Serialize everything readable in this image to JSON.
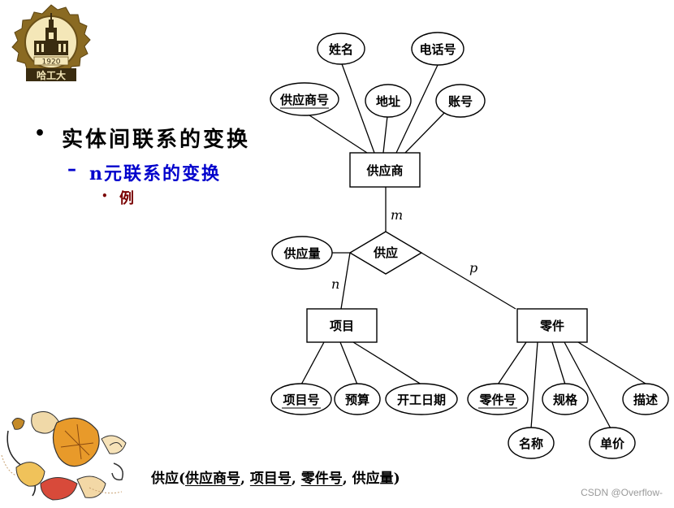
{
  "logo": {
    "year": "1920",
    "name": "哈工大"
  },
  "bullets": {
    "level1": "实体间联系的变换",
    "level2": "n元联系的变换",
    "level3": "例"
  },
  "diagram": {
    "entities": {
      "supplier": "供应商",
      "project": "项目",
      "part": "零件"
    },
    "relationship": "供应",
    "cardinality": {
      "supplier": "m",
      "project": "n",
      "part": "p"
    },
    "attributes": {
      "supplier_name": "姓名",
      "supplier_phone": "电话号",
      "supplier_id": "供应商号",
      "supplier_address": "地址",
      "supplier_account": "账号",
      "supply_quantity": "供应量",
      "project_id": "项目号",
      "project_budget": "预算",
      "project_start": "开工日期",
      "part_id": "零件号",
      "part_spec": "规格",
      "part_desc": "描述",
      "part_name": "名称",
      "part_price": "单价"
    }
  },
  "schema": {
    "prefix": "供应(",
    "k1": "供应商号",
    "sep1": ", ",
    "k2": "项目号",
    "sep2": ", ",
    "k3": "零件号",
    "sep3": ", ",
    "attr": "供应量",
    "suffix": ")"
  },
  "watermark": "CSDN @Overflow-"
}
